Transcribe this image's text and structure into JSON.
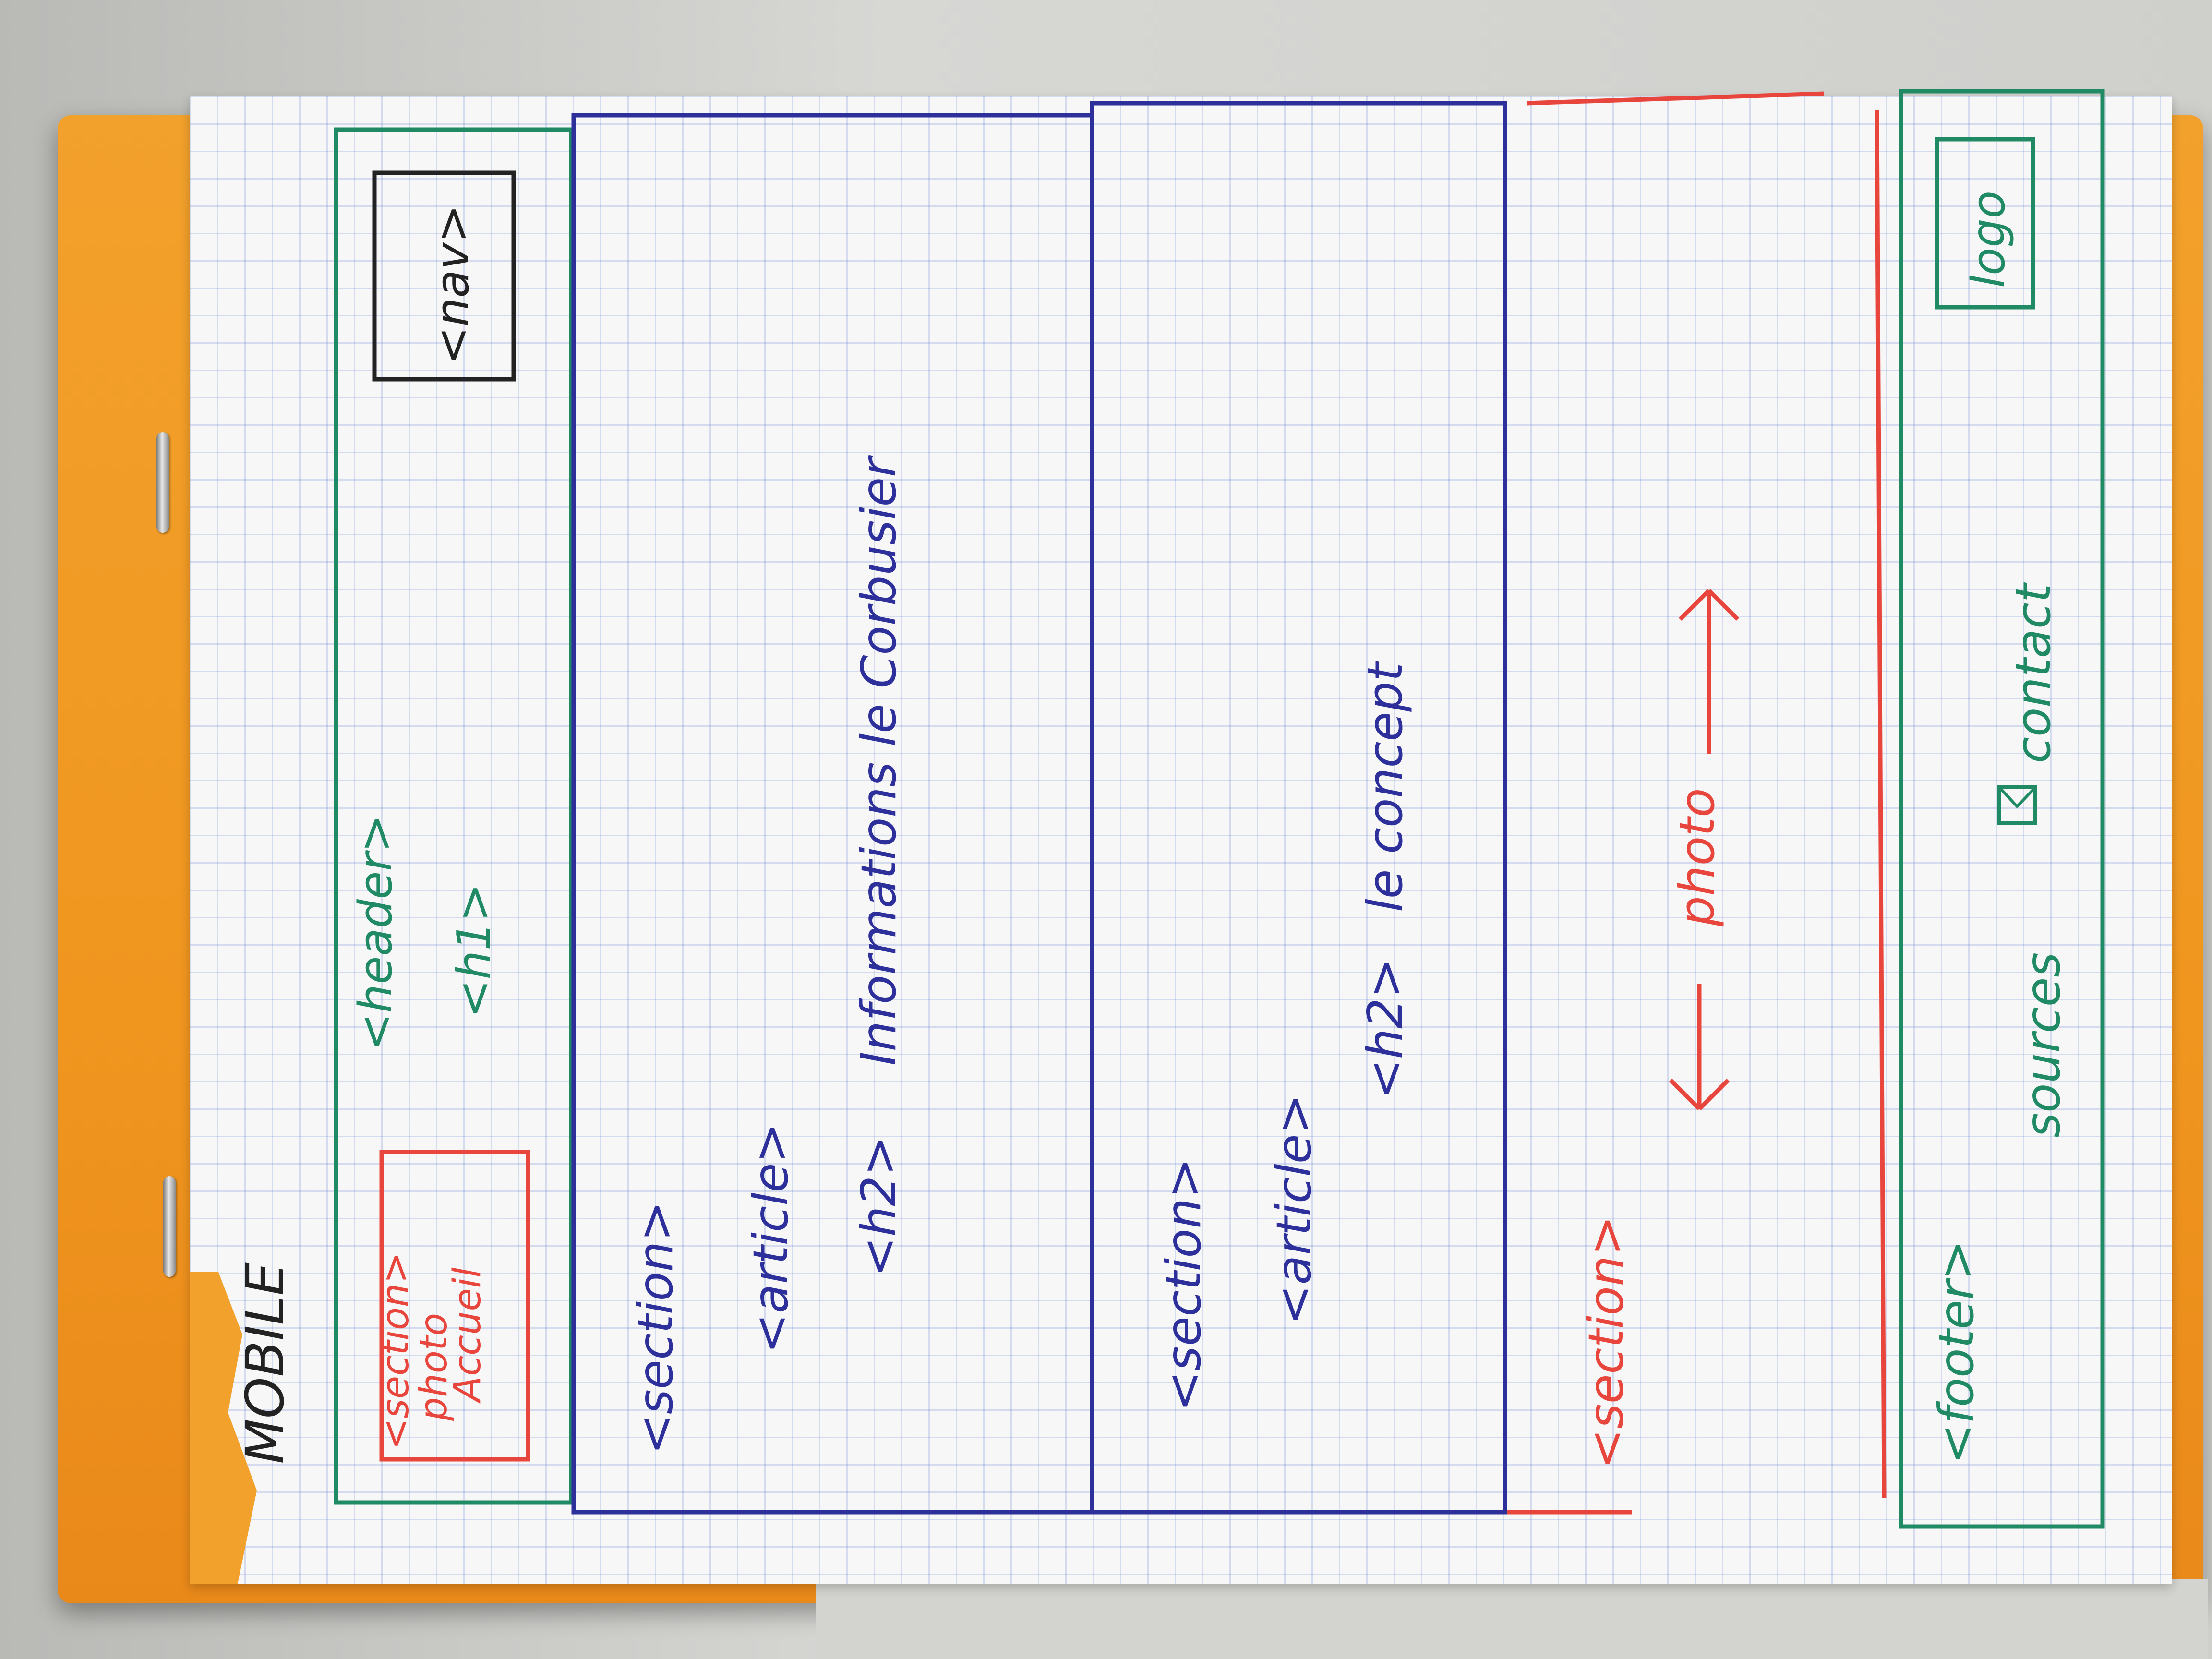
{
  "sketch": {
    "page_label": "MOBILE",
    "header": {
      "tag": "<header>",
      "h1_tag": "<h1>",
      "nav_tag": "<nav>",
      "hero_section_tag": "<section>",
      "hero_text_line1": "photo",
      "hero_text_line2": "Accueil"
    },
    "section_one": {
      "section_tag": "<section>",
      "article_tag": "<article>",
      "h2_tag": "<h2>",
      "h2_text": "Informations le Corbusier"
    },
    "section_two": {
      "section_tag": "<section>",
      "article_tag": "<article>",
      "h2_tag": "<h2>",
      "h2_text": "le concept"
    },
    "section_three": {
      "section_tag": "<section>",
      "photo_text": "photo"
    },
    "footer": {
      "tag": "<footer>",
      "sources_text": "sources",
      "contact_text": "contact",
      "logo_text": "logo"
    },
    "colors": {
      "green_ink": "#1f8a63",
      "red_ink": "#e8453c",
      "blue_ink": "#2d2f9a",
      "black_ink": "#222222",
      "pad_orange": "#f0961f"
    }
  }
}
